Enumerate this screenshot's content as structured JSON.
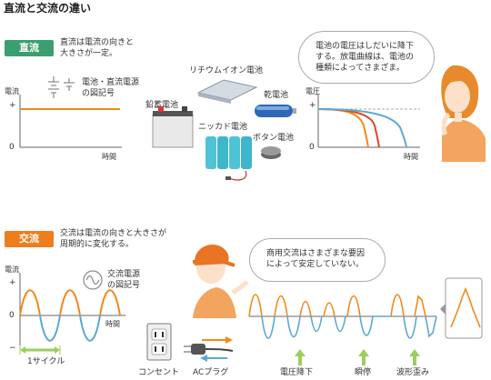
{
  "page_title": "直流と交流の違い",
  "dc": {
    "badge": "直流",
    "desc_line1": "直流は電流の向きと",
    "desc_line2": "大きさが一定。",
    "symbol_line1": "電池・直流電源",
    "symbol_line2": "の図記号",
    "axis_y": "電流",
    "axis_plus": "+",
    "axis_zero": "0",
    "axis_x": "時間",
    "batteries": {
      "lithium_ion": "リチウムイオン電池",
      "lead": "鉛蓄電池",
      "dry": "乾電池",
      "nicd": "ニッカド電池",
      "button": "ボタン電池"
    },
    "bubble_line1": "電池の電圧はしだいに降下",
    "bubble_line2": "する。放電曲線は、電池の",
    "bubble_line3": "種類によってさまざま。",
    "graph2_axis_y": "電圧",
    "graph2_plus": "+",
    "graph2_zero": "0",
    "graph2_axis_x": "時間"
  },
  "ac": {
    "badge": "交流",
    "desc_line1": "交流は電流の向きと大きさが",
    "desc_line2": "周期的に変化する。",
    "axis_y": "電流",
    "axis_plus": "+",
    "axis_zero": "0",
    "axis_minus": "−",
    "axis_x": "時間",
    "symbol_line1": "交流電源",
    "symbol_line2": "の図記号",
    "cycle_label": "1サイクル",
    "outlet_label": "コンセント",
    "plug_label": "ACプラグ",
    "bubble_line1": "商用交流はさまざまな要因",
    "bubble_line2": "によって安定していない。",
    "distortions": {
      "voltage_drop": "電圧降下",
      "outage": "瞬停",
      "waveform": "波形歪み"
    }
  },
  "colors": {
    "dc_badge": "#3c9e6e",
    "ac_badge": "#ee7d1e",
    "orange_line": "#f08a1c",
    "blue_line": "#5aaad0",
    "red_line": "#e0462a",
    "green_arrow": "#9ccf5a"
  }
}
